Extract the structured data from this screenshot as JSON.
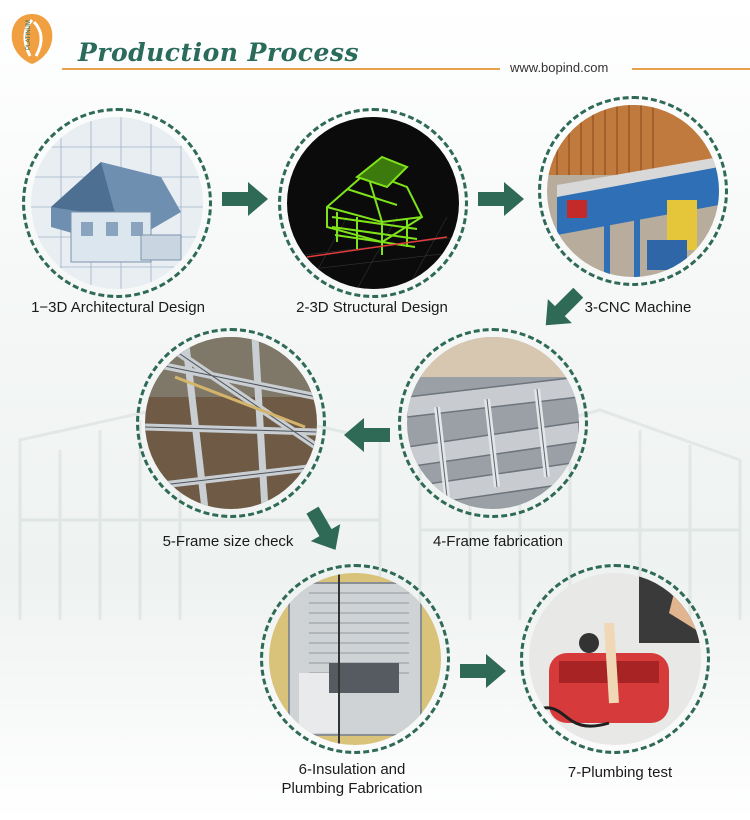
{
  "header": {
    "title": "Production Process",
    "website": "www.bopind.com",
    "logo_text": "PLATINUM"
  },
  "steps": [
    {
      "label": "1−3D Architectural Design"
    },
    {
      "label": "2-3D Structural Design"
    },
    {
      "label": "3-CNC Machine"
    },
    {
      "label": "4-Frame fabrication"
    },
    {
      "label": "5-Frame size check"
    },
    {
      "label": "6-Insulation and"
    },
    {
      "label": "Plumbing Fabrication"
    },
    {
      "label": "7-Plumbing test"
    }
  ],
  "colors": {
    "accent": "#2a6b5c",
    "rule": "#e8a24a",
    "arrow": "#2e6a55"
  }
}
